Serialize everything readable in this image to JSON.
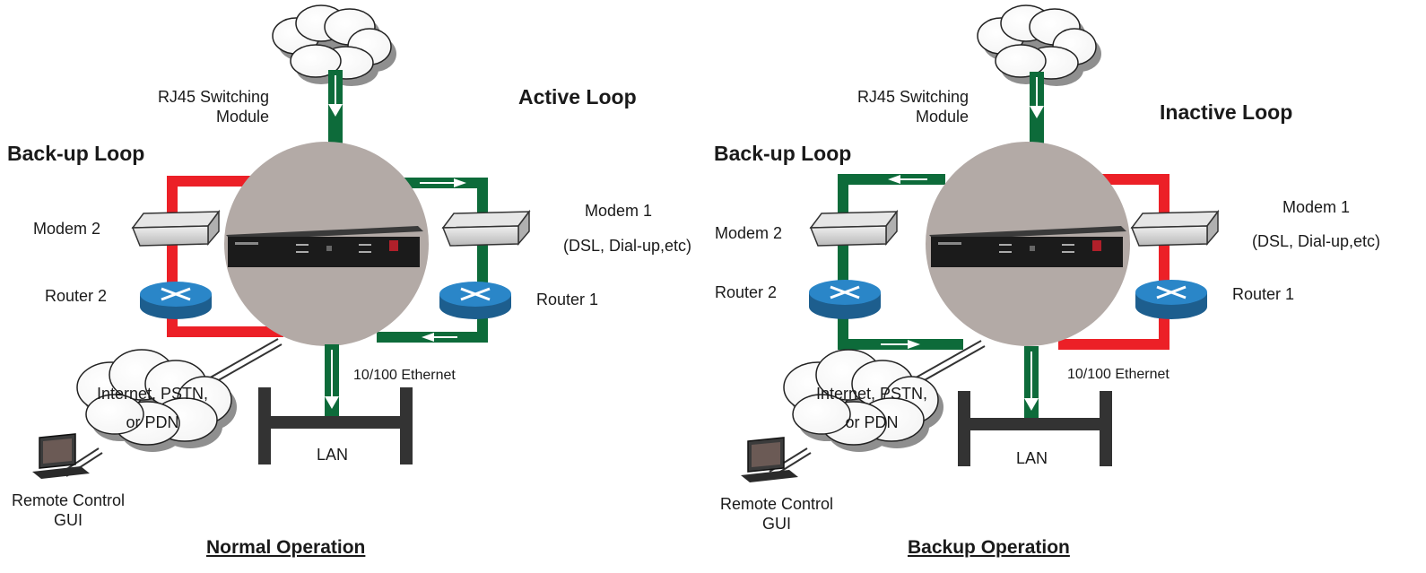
{
  "colors": {
    "active": "#0d6b3a",
    "inactive": "#ec2027",
    "hub": "#b3aaa6",
    "bus": "#333333",
    "router": "#2a86c8"
  },
  "left": {
    "switching_module": "RJ45 Switching\nModule",
    "top_loop_title": "Active Loop",
    "side_loop_title": "Back-up Loop",
    "modem2": "Modem 2",
    "router2": "Router 2",
    "modem1": "Modem 1",
    "modem1_types": "(DSL, Dial-up,etc)",
    "router1": "Router 1",
    "ethernet": "10/100 Ethernet",
    "cloud": "Internet, PSTN,\nor PDN",
    "lan": "LAN",
    "remote": "Remote Control\nGUI",
    "caption": "Normal  Operation"
  },
  "right": {
    "switching_module": "RJ45 Switching\nModule",
    "top_loop_title": "Inactive Loop",
    "side_loop_title": "Back-up Loop",
    "modem2": "Modem 2",
    "router2": "Router 2",
    "modem1": "Modem 1",
    "modem1_types": "(DSL, Dial-up,etc)",
    "router1": "Router 1",
    "ethernet": "10/100 Ethernet",
    "cloud": "Internet, PSTN,\nor PDN",
    "lan": "LAN",
    "remote": "Remote Control\nGUI",
    "caption": "Backup Operation"
  }
}
